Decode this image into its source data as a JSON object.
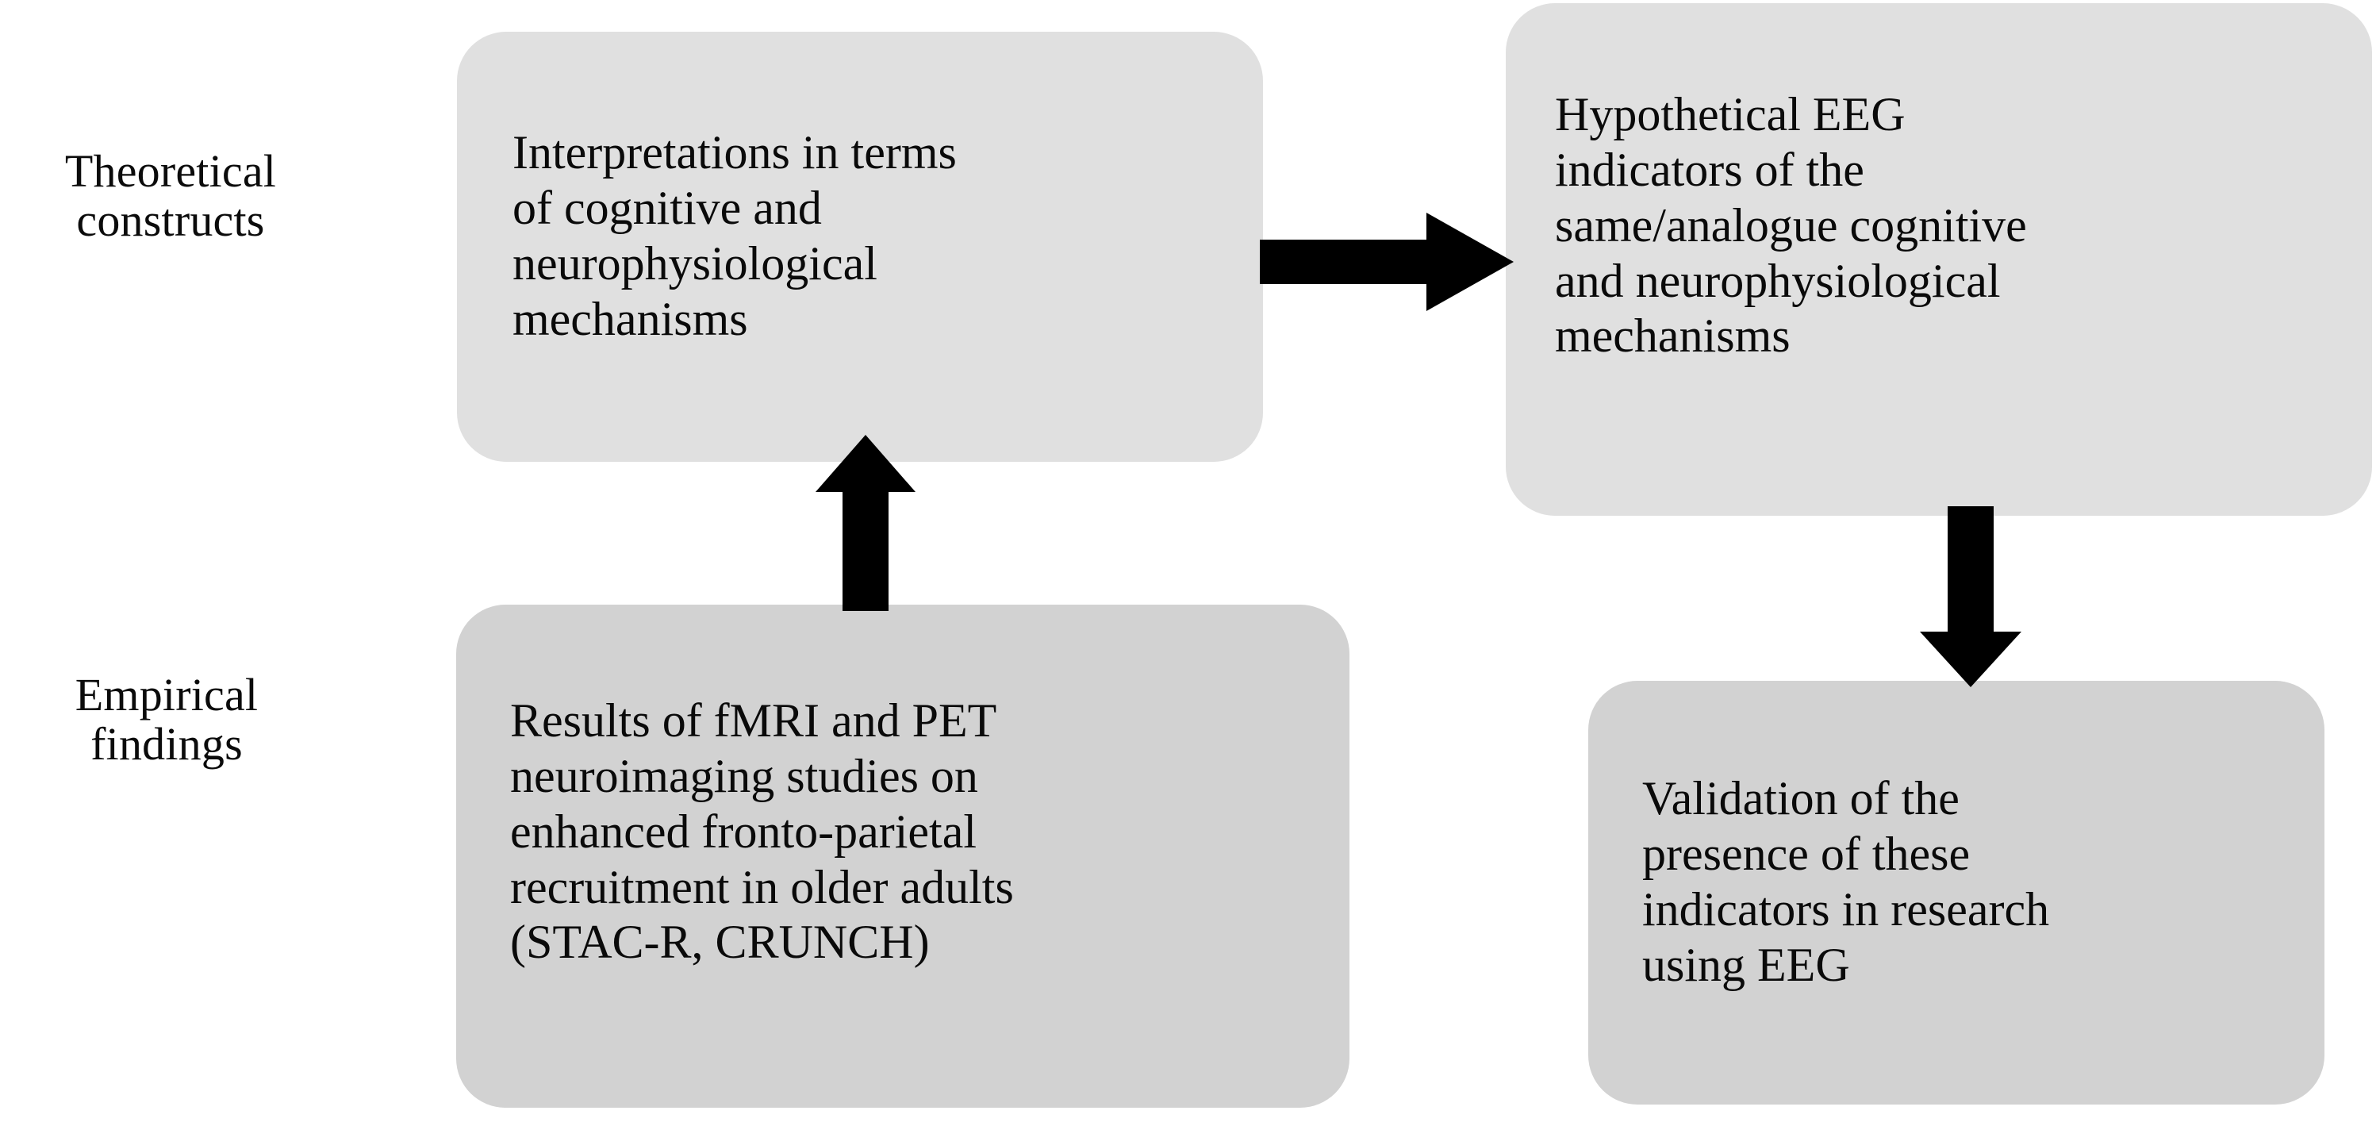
{
  "diagram": {
    "title": "Theoretical constructs and empirical findings relation diagram",
    "background_color": "#ffffff",
    "box_fill_light": "#e0e0e0",
    "box_fill_dark": "#d2d2d2",
    "text_color": "#0a0a0a",
    "arrow_color": "#000000"
  },
  "row_labels": [
    {
      "id": "theoretical",
      "text": "Theoretical\nconstructs"
    },
    {
      "id": "empirical",
      "text": "Empirical\nfindings"
    }
  ],
  "nodes": [
    {
      "id": "interpretations",
      "row": "Theoretical constructs",
      "column": "left",
      "fill": "#e0e0e0",
      "text": "Interpretations in terms\nof cognitive and\nneurophysiological\nmechanisms"
    },
    {
      "id": "hypothetical-eeg",
      "row": "Theoretical constructs",
      "column": "right",
      "fill": "#e0e0e0",
      "text": "Hypothetical EEG\nindicators of the\nsame/analogue cognitive\nand neurophysiological\nmechanisms"
    },
    {
      "id": "results-fmri-pet",
      "row": "Empirical findings",
      "column": "left",
      "fill": "#d2d2d2",
      "text": "Results of fMRI and PET\nneuroimaging studies on\nenhanced fronto-parietal\nrecruitment in older adults\n(STAC-R, CRUNCH)"
    },
    {
      "id": "validation-eeg",
      "row": "Empirical findings",
      "column": "right",
      "fill": "#d2d2d2",
      "text": "Validation of the\npresence of these\nindicators in research\nusing EEG"
    }
  ],
  "arrows": [
    {
      "id": "arrow-right",
      "icon": "arrow-right-icon",
      "direction": "right",
      "from": "interpretations",
      "to": "hypothetical-eeg",
      "color": "#000000"
    },
    {
      "id": "arrow-up",
      "icon": "arrow-up-icon",
      "direction": "up",
      "from": "results-fmri-pet",
      "to": "interpretations",
      "color": "#000000"
    },
    {
      "id": "arrow-down",
      "icon": "arrow-down-icon",
      "direction": "down",
      "from": "hypothetical-eeg",
      "to": "validation-eeg",
      "color": "#000000"
    }
  ]
}
